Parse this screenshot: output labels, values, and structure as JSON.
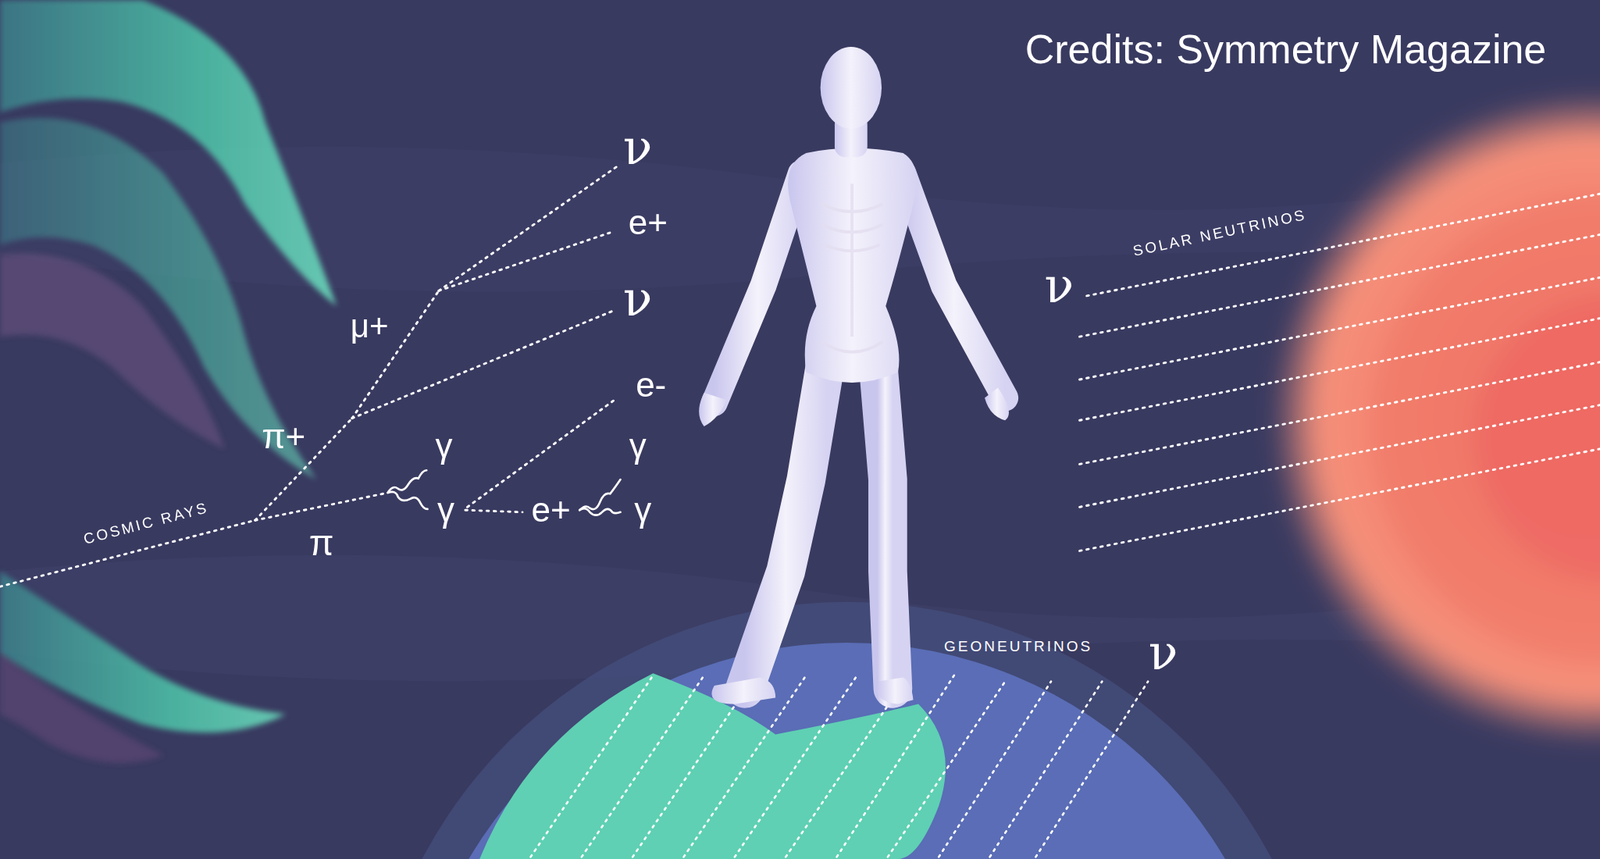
{
  "diagram": {
    "labels": [
      "Credits: Symmetry Magazine",
      "COSMIC RAYS",
      "π",
      "π+",
      "μ+",
      "ν",
      "e+",
      "ν",
      "e-",
      "γ",
      "γ",
      "e+",
      "γ",
      "γ",
      "SOLAR NEUTRINOS",
      "ν",
      "GEONEUTRINOS",
      "ν"
    ]
  }
}
